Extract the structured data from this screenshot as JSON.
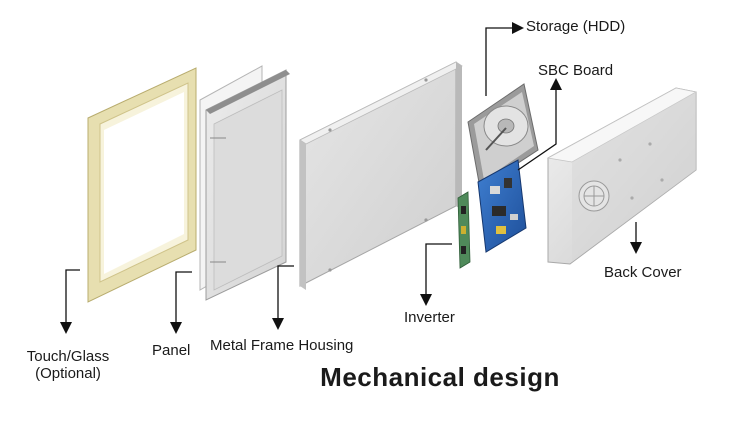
{
  "title": "Mechanical design",
  "labels": {
    "touch_glass_line1": "Touch/Glass",
    "touch_glass_line2": "(Optional)",
    "panel": "Panel",
    "metal_frame": "Metal Frame Housing",
    "inverter": "Inverter",
    "storage": "Storage (HDD)",
    "sbc_board": "SBC Board",
    "back_cover": "Back Cover"
  }
}
